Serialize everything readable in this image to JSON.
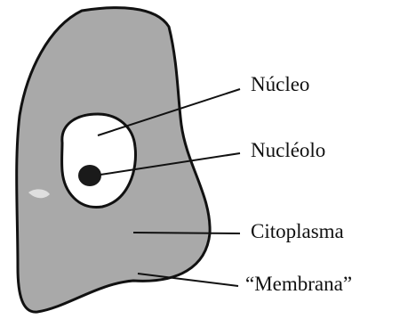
{
  "labels": {
    "nucleus": "Núcleo",
    "nucleolus": "Nucléolo",
    "cytoplasm": "Citoplasma",
    "membrane": "“Membrana”"
  },
  "colors": {
    "cytoplasm_fill": "#a9a9a9",
    "outline": "#111111",
    "nucleus_fill": "#ffffff",
    "nucleolus_fill": "#1a1a1a",
    "text": "#111111"
  }
}
